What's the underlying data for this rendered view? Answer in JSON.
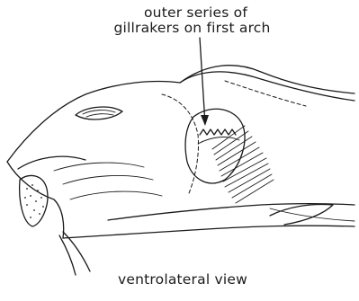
{
  "annotation": {
    "line1": "outer series of",
    "line2": "gillrakers on first arch"
  },
  "caption": "ventrolateral view"
}
